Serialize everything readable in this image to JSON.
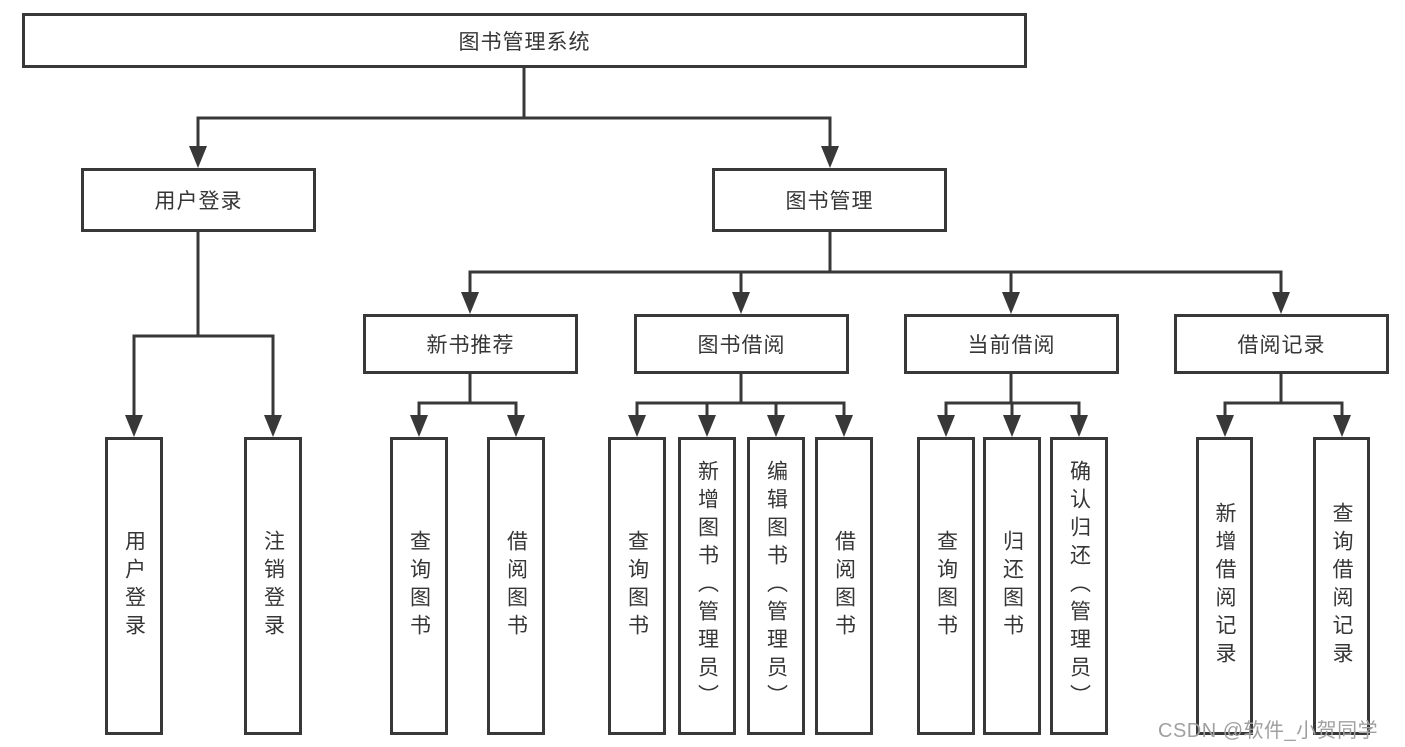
{
  "diagram": {
    "root": {
      "label": "图书管理系统"
    },
    "user_login": {
      "label": "用户登录",
      "children": [
        {
          "label": "用户登录"
        },
        {
          "label": "注销登录"
        }
      ]
    },
    "book_management": {
      "label": "图书管理",
      "sections": [
        {
          "label": "新书推荐",
          "children": [
            {
              "label": "查询图书"
            },
            {
              "label": "借阅图书"
            }
          ]
        },
        {
          "label": "图书借阅",
          "children": [
            {
              "label": "查询图书"
            },
            {
              "label": "新增图书（管理员）"
            },
            {
              "label": "编辑图书（管理员）"
            },
            {
              "label": "借阅图书"
            }
          ]
        },
        {
          "label": "当前借阅",
          "children": [
            {
              "label": "查询图书"
            },
            {
              "label": "归还图书"
            },
            {
              "label": "确认归还（管理员）"
            }
          ]
        },
        {
          "label": "借阅记录",
          "children": [
            {
              "label": "新增借阅记录"
            },
            {
              "label": "查询借阅记录"
            }
          ]
        }
      ]
    }
  },
  "watermark": {
    "text": "CSDN @软件_小贺同学"
  },
  "colors": {
    "line": "#383838",
    "box_border": "#383838",
    "text": "#363636",
    "watermark": "#a0a0a0",
    "background": "#ffffff"
  }
}
